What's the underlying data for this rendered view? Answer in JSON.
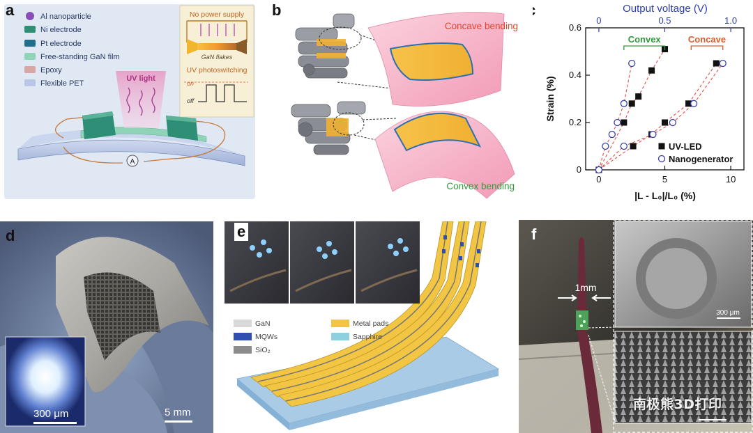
{
  "panels": {
    "a": {
      "label": "a",
      "legend": [
        {
          "label": "Al nanoparticle",
          "color": "#8a4fb6"
        },
        {
          "label": "Ni electrode",
          "color": "#2e8f76"
        },
        {
          "label": "Pt electrode",
          "color": "#1f6f8b"
        },
        {
          "label": "Free-standing GaN film",
          "color": "#8fd3b8"
        },
        {
          "label": "Epoxy",
          "color": "#d8a7a3"
        },
        {
          "label": "Flexible PET",
          "color": "#b9c6e6"
        }
      ],
      "no_power": "No power supply",
      "flakes": "GaN flakes",
      "uv_light": "UV light",
      "switching": "UV photoswitching",
      "on": "on",
      "off": "off",
      "ammeter": "A"
    },
    "b": {
      "label": "b",
      "concave": "Concave bending",
      "convex": "Convex bending"
    },
    "d": {
      "label": "d",
      "inset_scale": "300 μm",
      "scale": "5 mm"
    },
    "e": {
      "label": "e",
      "legend": [
        {
          "label": "GaN",
          "color": "#d9d9d9"
        },
        {
          "label": "Metal pads",
          "color": "#f2c542"
        },
        {
          "label": "MQWs",
          "color": "#2f4fb0"
        },
        {
          "label": "Sapphire",
          "color": "#8fd0e0"
        },
        {
          "label": "SiO₂",
          "color": "#8c8c8c"
        }
      ]
    },
    "f": {
      "label": "f",
      "dimension": "1mm",
      "sem_scale": "300 μm",
      "watermark": "南极熊3D打印"
    }
  },
  "chart_data": {
    "type": "scatter",
    "panel_label": "c",
    "xlabel": "|L - L₀|/L₀ (%)",
    "ylabel": "Strain (%)",
    "top_xlabel": "Output voltage (V)",
    "xlim": [
      -1,
      11
    ],
    "ylim": [
      0,
      0.6
    ],
    "xticks": [
      0,
      5,
      10
    ],
    "yticks": [
      0,
      0.2,
      0.4,
      0.6
    ],
    "top_xlim": [
      -0.1,
      1.1
    ],
    "top_xticks": [
      0,
      0.5,
      1.0
    ],
    "top_xticklabels": [
      "0",
      "0.5",
      "1.0"
    ],
    "group_labels": [
      {
        "text": "Convex",
        "color": "#2e9a3a"
      },
      {
        "text": "Concave",
        "color": "#e25a2a"
      }
    ],
    "series": [
      {
        "name": "UV-LED",
        "marker": "filled-square",
        "color": "#111111",
        "points": [
          [
            0,
            0
          ],
          [
            1.9,
            0.2
          ],
          [
            2.5,
            0.28
          ],
          [
            3.0,
            0.31
          ],
          [
            4.0,
            0.42
          ],
          [
            5.0,
            0.51
          ],
          [
            2.6,
            0.1
          ],
          [
            4.0,
            0.15
          ],
          [
            5.0,
            0.2
          ],
          [
            6.8,
            0.28
          ],
          [
            8.9,
            0.45
          ]
        ]
      },
      {
        "name": "Nanogenerator",
        "marker": "open-circle",
        "color": "#3a3fa8",
        "points": [
          [
            0,
            0
          ],
          [
            0.5,
            0.1
          ],
          [
            1.0,
            0.15
          ],
          [
            1.4,
            0.2
          ],
          [
            1.9,
            0.28
          ],
          [
            2.5,
            0.45
          ],
          [
            1.9,
            0.1
          ],
          [
            4.1,
            0.15
          ],
          [
            5.6,
            0.2
          ],
          [
            7.2,
            0.28
          ],
          [
            9.4,
            0.45
          ]
        ]
      }
    ],
    "legend_position": "bottom-right",
    "grid": false
  }
}
